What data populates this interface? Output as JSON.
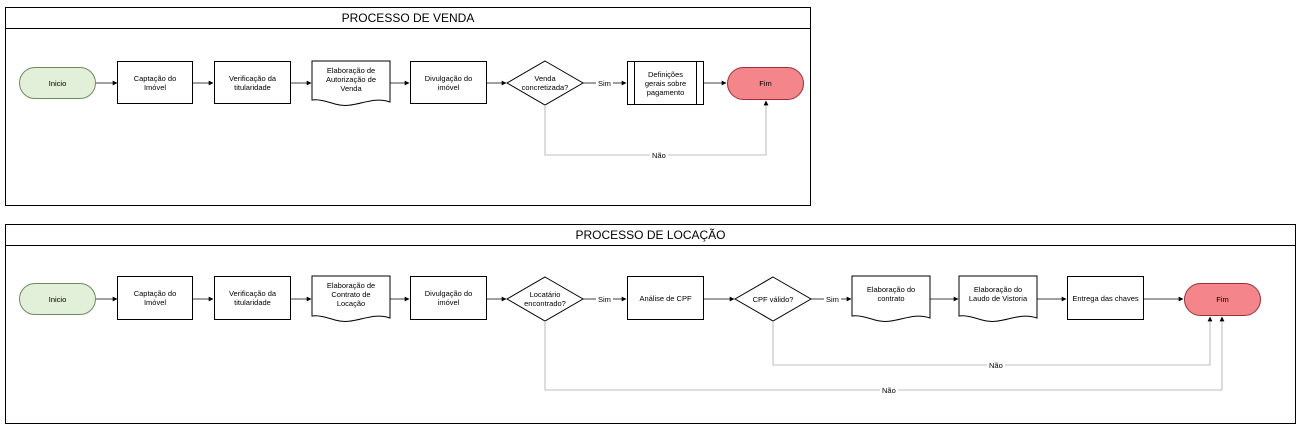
{
  "venda": {
    "title": "PROCESSO DE VENDA",
    "inicio": "Inicio",
    "captacao": "Captação do Imóvel",
    "verificacao": "Verificação da titularidade",
    "elaboracao_autorizacao": "Elaboração de Autorização de Venda",
    "divulgacao": "Divulgação do imóvel",
    "decision": "Venda concretizada?",
    "definicoes": "Definições gerais sobre pagamento",
    "fim": "Fim",
    "sim": "Sim",
    "nao": "Não"
  },
  "locacao": {
    "title": "PROCESSO DE LOCAÇÃO",
    "inicio": "Inicio",
    "captacao": "Captação do Imóvel",
    "verificacao": "Verificação da titularidade",
    "elaboracao_contrato_locacao": "Elaboração de Contrato de Locação",
    "divulgacao": "Divulgação do imóvel",
    "decision_locatario": "Locatário encontrado?",
    "analise_cpf": "Análise de CPF",
    "decision_cpf": "CPF válido?",
    "elaboracao_contrato": "Elaboração do contrato",
    "elaboracao_laudo": "Elaboração do Laudo de Vistoria",
    "entrega_chaves": "Entrega das chaves",
    "fim": "Fim",
    "sim_1": "Sim",
    "sim_2": "Sim",
    "nao_cpf": "Não",
    "nao_locatario": "Não"
  },
  "colors": {
    "start_fill": "#e2efd9",
    "end_fill": "#f4868b"
  }
}
